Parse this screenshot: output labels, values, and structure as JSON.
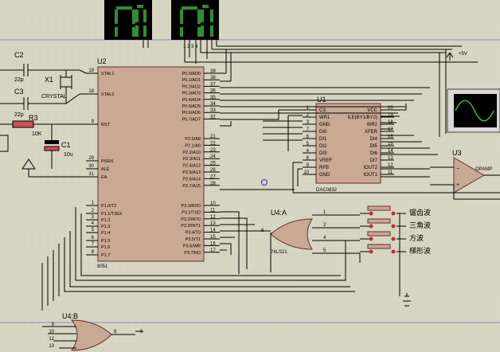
{
  "components": {
    "c2": {
      "ref": "C2",
      "value": "22p"
    },
    "c3": {
      "ref": "C3",
      "value": "22p"
    },
    "x1": {
      "ref": "X1",
      "value": "CRYSTAL"
    },
    "r3": {
      "ref": "R3",
      "value": "10K"
    },
    "c1": {
      "ref": "C1",
      "value": "10u"
    },
    "u2": {
      "ref": "U2",
      "part": "8051"
    },
    "u1": {
      "ref": "U1",
      "part": "DAC0832"
    },
    "u3": {
      "ref": "U3",
      "part": "OPAMP"
    },
    "u4a": {
      "ref": "U4:A",
      "part": "74LS21",
      "out_pin": "6"
    },
    "u4b": {
      "ref": "U4:B",
      "out_pin": "8",
      "net": "5",
      "in_pins": [
        "9",
        "10",
        "12",
        "13"
      ]
    },
    "supply_label": "+5V"
  },
  "u2_left_pins": [
    {
      "num": "19",
      "name": "XTAL1"
    },
    {
      "num": "18",
      "name": "XTAL2"
    },
    {
      "num": "9",
      "name": "RST"
    },
    {
      "num": "29",
      "name": "PSEN"
    },
    {
      "num": "30",
      "name": "ALE"
    },
    {
      "num": "31",
      "name": "EA"
    },
    {
      "num": "1",
      "name": "P1.0/T2"
    },
    {
      "num": "2",
      "name": "P1.1/T2EX"
    },
    {
      "num": "3",
      "name": "P1.2"
    },
    {
      "num": "4",
      "name": "P1.3"
    },
    {
      "num": "5",
      "name": "P1.4"
    },
    {
      "num": "6",
      "name": "P1.5"
    },
    {
      "num": "7",
      "name": "P1.6"
    },
    {
      "num": "8",
      "name": "P1.7"
    }
  ],
  "u2_right_pins": [
    {
      "num": "39",
      "name": "P0.0/AD0"
    },
    {
      "num": "38",
      "name": "P0.1/AD1"
    },
    {
      "num": "37",
      "name": "P0.2/AD2"
    },
    {
      "num": "36",
      "name": "P0.3/AD3"
    },
    {
      "num": "35",
      "name": "P0.4/AD4"
    },
    {
      "num": "34",
      "name": "P0.5/AD5"
    },
    {
      "num": "33",
      "name": "P0.6/AD6"
    },
    {
      "num": "32",
      "name": "P0.7/AD7"
    },
    {
      "num": "21",
      "name": "P2.0/A8"
    },
    {
      "num": "22",
      "name": "P2.1/A9"
    },
    {
      "num": "23",
      "name": "P2.2/A10"
    },
    {
      "num": "24",
      "name": "P2.3/A11"
    },
    {
      "num": "25",
      "name": "P2.4/A12"
    },
    {
      "num": "26",
      "name": "P2.5/A13"
    },
    {
      "num": "27",
      "name": "P2.6/A14"
    },
    {
      "num": "28",
      "name": "P2.7/A15"
    },
    {
      "num": "10",
      "name": "P3.0/RXD"
    },
    {
      "num": "11",
      "name": "P3.1/TXD"
    },
    {
      "num": "12",
      "name": "P3.2/INT0"
    },
    {
      "num": "13",
      "name": "P3.3/INT1"
    },
    {
      "num": "14",
      "name": "P3.4/T0"
    },
    {
      "num": "15",
      "name": "P3.5/T1"
    },
    {
      "num": "16",
      "name": "P3.6/WR"
    },
    {
      "num": "17",
      "name": "P3.7/RD"
    }
  ],
  "u1_left_pins": [
    {
      "num": "1",
      "name": "CS"
    },
    {
      "num": "2",
      "name": "WR1"
    },
    {
      "num": "3",
      "name": "GND"
    },
    {
      "num": "7",
      "name": "DI0"
    },
    {
      "num": "6",
      "name": "DI1"
    },
    {
      "num": "5",
      "name": "DI2"
    },
    {
      "num": "4",
      "name": "DI3"
    },
    {
      "num": "8",
      "name": "VREF"
    },
    {
      "num": "9",
      "name": "RFB"
    },
    {
      "num": "10",
      "name": "GND"
    }
  ],
  "u1_right_pins": [
    {
      "num": "20",
      "name": "VCC"
    },
    {
      "num": "19",
      "name": "ILE(BY1/BY2)"
    },
    {
      "num": "18",
      "name": "WR2"
    },
    {
      "num": "17",
      "name": "XFER"
    },
    {
      "num": "16",
      "name": "DI4"
    },
    {
      "num": "15",
      "name": "DI5"
    },
    {
      "num": "14",
      "name": "DI6"
    },
    {
      "num": "13",
      "name": "DI7"
    },
    {
      "num": "12",
      "name": "IOUT2"
    },
    {
      "num": "11",
      "name": "IOUT1"
    }
  ],
  "gate_a_pins": [
    "1",
    "2",
    "4",
    "5"
  ],
  "switches": [
    {
      "label": "锯齿波"
    },
    {
      "label": "三角波"
    },
    {
      "label": "方波"
    },
    {
      "label": "梯形波"
    }
  ]
}
